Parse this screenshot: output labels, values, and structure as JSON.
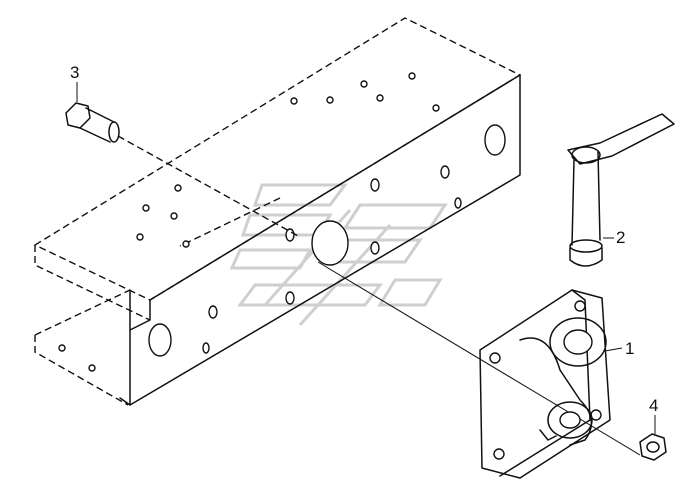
{
  "callouts": {
    "hook": "1",
    "pin": "2",
    "bolt": "3",
    "nut": "4"
  },
  "colors": {
    "line": "#111111",
    "watermark": "#cfcfcf",
    "background": "#ffffff"
  }
}
